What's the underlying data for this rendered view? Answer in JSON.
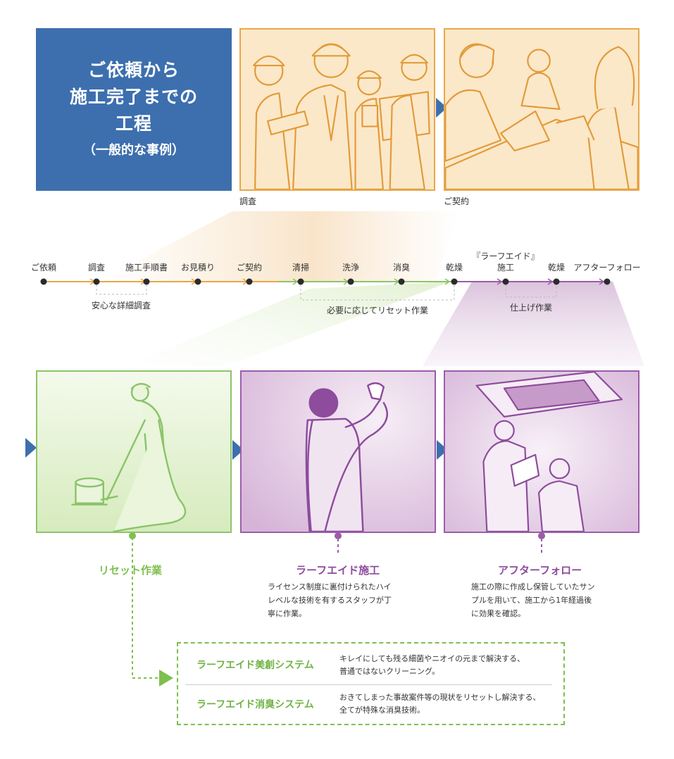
{
  "title": {
    "line1": "ご依頼から",
    "line2": "施工完了までの",
    "line3": "工程",
    "subtitle": "（一般的な事例）"
  },
  "photos": {
    "survey_caption": "調査",
    "contract_caption": "ご契約"
  },
  "timeline": {
    "steps": [
      {
        "label": "ご依頼",
        "color": "#e8a84a"
      },
      {
        "label": "調査",
        "color": "#e8a84a"
      },
      {
        "label": "施工手順書",
        "color": "#e8a84a"
      },
      {
        "label": "お見積り",
        "color": "#e8a84a"
      },
      {
        "label": "ご契約",
        "color": "#e8a84a"
      },
      {
        "label": "清掃",
        "color": "#8cc46a"
      },
      {
        "label": "洗浄",
        "color": "#8cc46a"
      },
      {
        "label": "消臭",
        "color": "#8cc46a"
      },
      {
        "label": "乾燥",
        "color": "#8cc46a"
      },
      {
        "label": "『ラーフエイド』",
        "label2": "施工",
        "color": "#9a5ca8"
      },
      {
        "label": "乾燥",
        "color": "#9a5ca8"
      },
      {
        "label": "アフターフォロー",
        "color": "#9a5ca8"
      }
    ],
    "bracket_survey": "安心な詳細調査",
    "bracket_reset": "必要に応じてリセット作業",
    "bracket_finish": "仕上げ作業"
  },
  "stages": {
    "reset": {
      "title": "リセット作業"
    },
    "apply": {
      "title": "ラーフエイド施工",
      "desc": [
        "ライセンス制度に裏付けられたハイ",
        "レベルな技術を有するスタッフが丁",
        "寧に作業。"
      ]
    },
    "after": {
      "title": "アフターフォロー",
      "desc": [
        "施工の際に作成し保管していたサン",
        "プルを用いて、施工から1年経過後",
        "に効果を確認。"
      ]
    }
  },
  "systems": [
    {
      "name": "ラーフエイド美創システム",
      "desc": [
        "キレイにしても残る細菌やニオイの元まで解決する、",
        "普通ではないクリーニング。"
      ]
    },
    {
      "name": "ラーフエイド消臭システム",
      "desc": [
        "おきてしまった事故案件等の現状をリセットし解決する、",
        "全てが特殊な消臭技術。"
      ]
    }
  ],
  "colors": {
    "title_bg": "#3d6fae",
    "orange": "#e8a84a",
    "green": "#8cc46a",
    "purple": "#9a5ca8"
  }
}
